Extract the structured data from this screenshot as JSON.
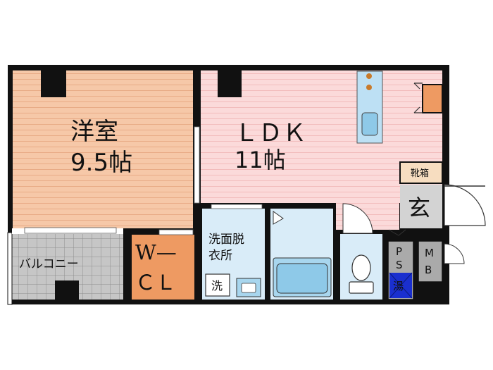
{
  "rooms": {
    "western": {
      "name": "洋室",
      "size": "9.5帖"
    },
    "ldk": {
      "name": "ＬＤＫ",
      "size": "11帖"
    },
    "balcony": {
      "name": "バルコニー"
    },
    "wcl": {
      "line1": "W—",
      "line2": "ＣＬ"
    },
    "washroom": {
      "line1": "洗面脱",
      "line2": "衣所",
      "washer": "洗"
    },
    "shoe_box": {
      "name": "靴箱"
    },
    "entrance": {
      "name": "玄"
    },
    "ps": {
      "line1": "P",
      "line2": "S",
      "heater": "湯"
    },
    "mb": {
      "line1": "M",
      "line2": "B"
    }
  },
  "colors": {
    "western_floor": "#f6c8a8",
    "ldk_floor": "#fbdada",
    "balcony_floor": "#c6c6c6",
    "wcl_floor": "#ee9a62",
    "wet_floor": "#d9ecf8",
    "fixture": "#a8d6ee",
    "entrance_floor": "#d3d3d3",
    "shoe_box": "#f7ddc0",
    "ps_floor": "#aaaaaa",
    "heater": "#1a2fcf",
    "wall": "#111111"
  }
}
